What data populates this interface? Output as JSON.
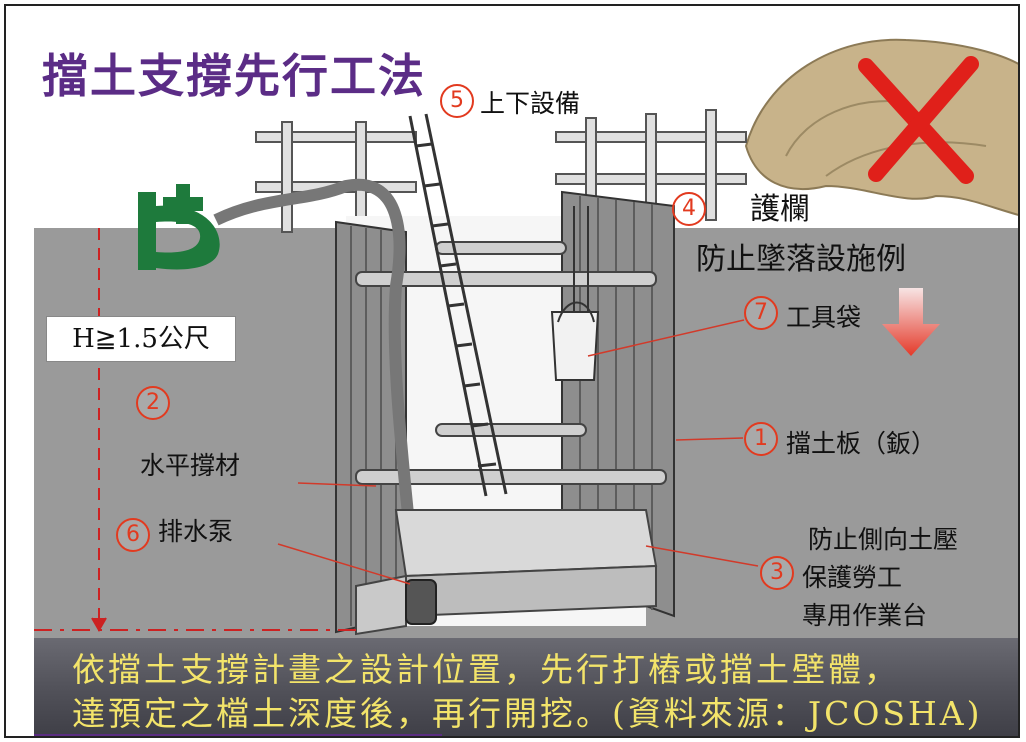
{
  "title": "擋土支撐先行工法",
  "height_label": "H≧1.5公尺",
  "guardrail": {
    "number": "4",
    "line1": "護欄",
    "line2": "防止墜落設施例"
  },
  "labels": [
    {
      "key": "stairs",
      "number": "5",
      "text": "上下設備"
    },
    {
      "key": "tool-bag",
      "number": "7",
      "text": "工具袋"
    },
    {
      "key": "retaining-board",
      "number": "1",
      "text": "擋土板（鈑）"
    },
    {
      "key": "horizontal-strut",
      "number": "2",
      "text": "水平撐材"
    },
    {
      "key": "drain-pump",
      "number": "6",
      "text": "排水泵"
    },
    {
      "key": "work-platform",
      "number": "3",
      "lines": [
        "防止側向土壓",
        "保護勞工",
        "專用作業台"
      ]
    }
  ],
  "bottom_note": {
    "line1": "依擋土支撐計畫之設計位置，先行打樁或擋土壁體，",
    "line2": "達預定之檔土深度後，再行開挖。(資料來源：JCOSHA)"
  },
  "colors": {
    "title": "#5b2c86",
    "logo": "#1e7a3c",
    "marker": "#e23a1f",
    "note": "#f3e46a",
    "ground": "#9a9a9a"
  },
  "icons": [
    "logo-cross-icon",
    "red-x-icon",
    "down-arrow-icon"
  ]
}
